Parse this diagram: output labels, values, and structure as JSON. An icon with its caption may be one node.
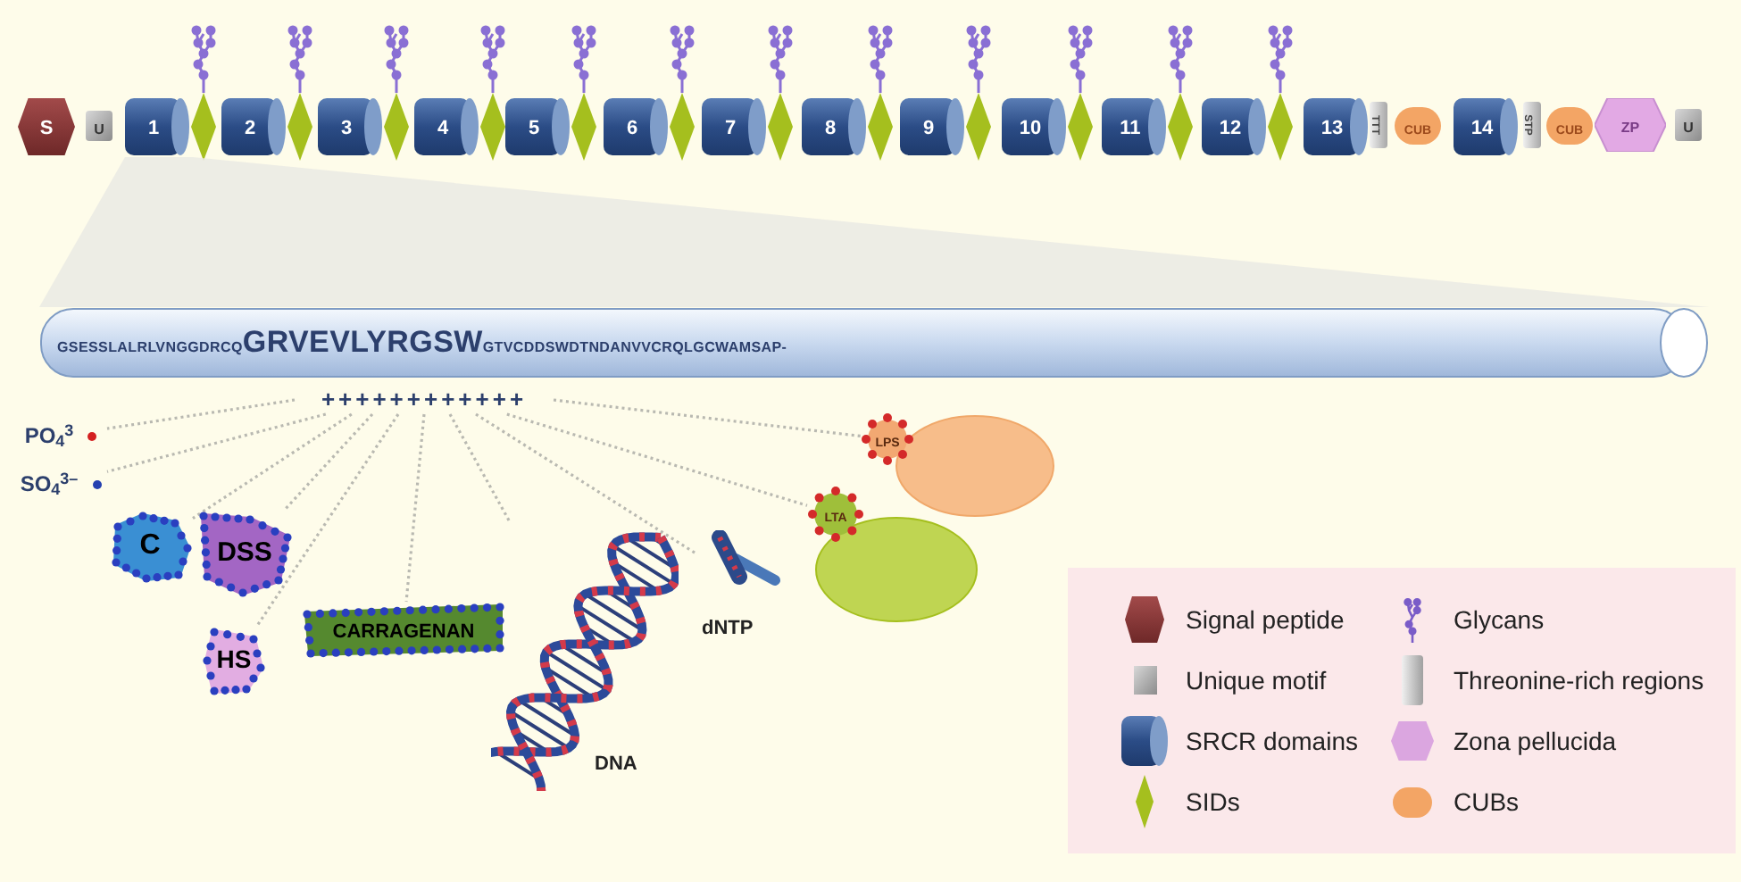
{
  "diagram": {
    "nodes": [
      {
        "text": [
          "S"
        ]
      },
      {
        "text": [
          "U"
        ]
      },
      {
        "text": [
          "1"
        ]
      },
      {
        "text": [],
        "shape": "diamond"
      },
      {
        "text": [
          "2"
        ]
      },
      {
        "text": [],
        "shape": "diamond"
      },
      {
        "text": [
          "3"
        ]
      },
      {
        "text": [],
        "shape": "diamond"
      },
      {
        "text": [
          "4"
        ]
      },
      {
        "text": [],
        "shape": "diamond"
      },
      {
        "text": [
          "5"
        ]
      },
      {
        "text": [],
        "shape": "diamond"
      },
      {
        "text": [
          "6"
        ]
      },
      {
        "text": [],
        "shape": "diamond"
      },
      {
        "text": [
          "7"
        ]
      },
      {
        "text": [],
        "shape": "diamond"
      },
      {
        "text": [
          "8"
        ]
      },
      {
        "text": [],
        "shape": "diamond"
      },
      {
        "text": [
          "9"
        ]
      },
      {
        "text": [],
        "shape": "diamond"
      },
      {
        "text": [
          "10"
        ]
      },
      {
        "text": [],
        "shape": "diamond"
      },
      {
        "text": [
          "11"
        ]
      },
      {
        "text": [],
        "shape": "diamond"
      },
      {
        "text": [
          "12"
        ]
      },
      {
        "text": [],
        "shape": "diamond"
      },
      {
        "text": [
          "13"
        ]
      },
      {
        "text": [
          "TTT"
        ]
      },
      {
        "text": [
          "CUB"
        ]
      },
      {
        "text": [
          "14"
        ]
      },
      {
        "text": [
          "STP"
        ]
      },
      {
        "text": [
          "CUB"
        ]
      },
      {
        "text": [
          "ZP"
        ]
      },
      {
        "text": [
          "U"
        ]
      },
      {
        "text": [
          "GSESSLALRLVNGGDRCQ**GRVEVLYRGSW**GTVCDDSWDTNDANVVCRQLGCWAMSAP-"
        ]
      },
      {
        "text": [
          "++++++++++++"
        ]
      },
      {
        "text": [
          "PO$_{4}$$^{3}$"
        ]
      },
      {
        "text": [
          "SO$_{4}$$^{3–}$"
        ]
      },
      {
        "text": [
          "C"
        ]
      },
      {
        "text": [
          "DSS"
        ]
      },
      {
        "text": [
          "HS"
        ]
      },
      {
        "text": [
          "CARRAGENAN"
        ]
      },
      {
        "text": [
          "DNA"
        ]
      },
      {
        "text": [
          "dNTP"
        ]
      },
      {
        "text": [
          "LPS"
        ]
      },
      {
        "text": [
          "LTA"
        ]
      },
      {
        "text": [],
        "shape": "band"
      }
    ],
    "edges": [
      {
        "from": 35,
        "to": 36,
        "arrow": "none"
      },
      {
        "from": 35,
        "to": 37,
        "arrow": "none"
      },
      {
        "from": 35,
        "to": 38,
        "arrow": "none"
      },
      {
        "from": 35,
        "to": 39,
        "arrow": "none"
      },
      {
        "from": 35,
        "to": 40,
        "arrow": "none"
      },
      {
        "from": 35,
        "to": 41,
        "arrow": "none"
      },
      {
        "from": 35,
        "to": 42,
        "arrow": "none"
      },
      {
        "from": 35,
        "to": 43,
        "arrow": "none"
      },
      {
        "from": 35,
        "to": 45,
        "arrow": "none"
      },
      {
        "from": 35,
        "to": 44,
        "arrow": "none"
      }
    ],
    "legend": [
      {
        "text": "Signal peptide"
      },
      {
        "text": "Glycans"
      },
      {
        "text": "Unique motif"
      },
      {
        "text": "Threonine-rich regions"
      },
      {
        "text": "SRCR domains"
      },
      {
        "text": "Zona pellucida"
      },
      {
        "text": "SIDs"
      },
      {
        "text": "CUBs"
      }
    ]
  }
}
